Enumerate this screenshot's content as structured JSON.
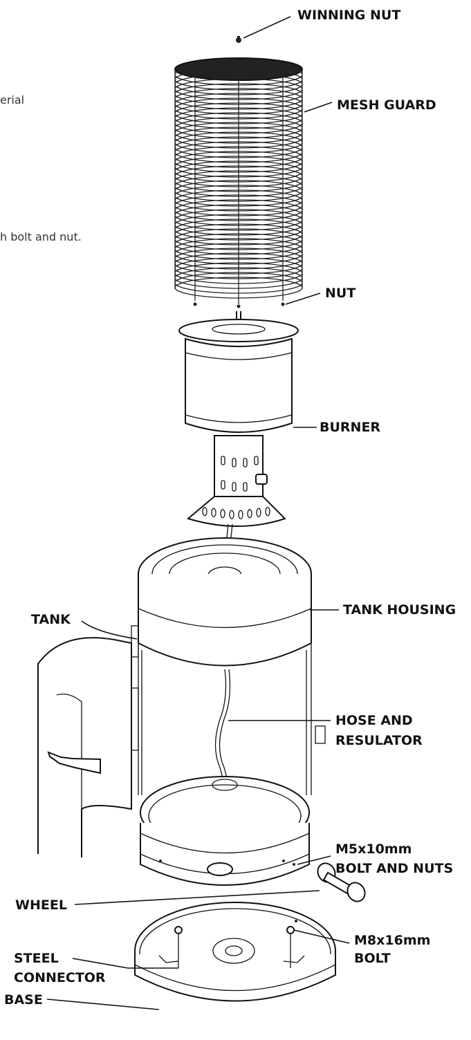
{
  "text_fragments": {
    "fragment_1": "erial",
    "fragment_2": "h bolt and nut."
  },
  "labels": {
    "winning_nut": "WINNING NUT",
    "mesh_guard": "MESH GUARD",
    "nut": "NUT",
    "burner": "BURNER",
    "tank": "TANK",
    "tank_housing": "TANK HOUSING",
    "hose_regulator_line1": "HOSE AND",
    "hose_regulator_line2": "RESULATOR",
    "m5_line1": "M5x10mm",
    "m5_line2": "BOLT AND NUTS",
    "wheel": "WHEEL",
    "m8_line1": "M8x16mm",
    "m8_line2": "BOLT",
    "steel_connector_line1": "STEEL",
    "steel_connector_line2": "CONNECTOR",
    "base": "BASE"
  }
}
